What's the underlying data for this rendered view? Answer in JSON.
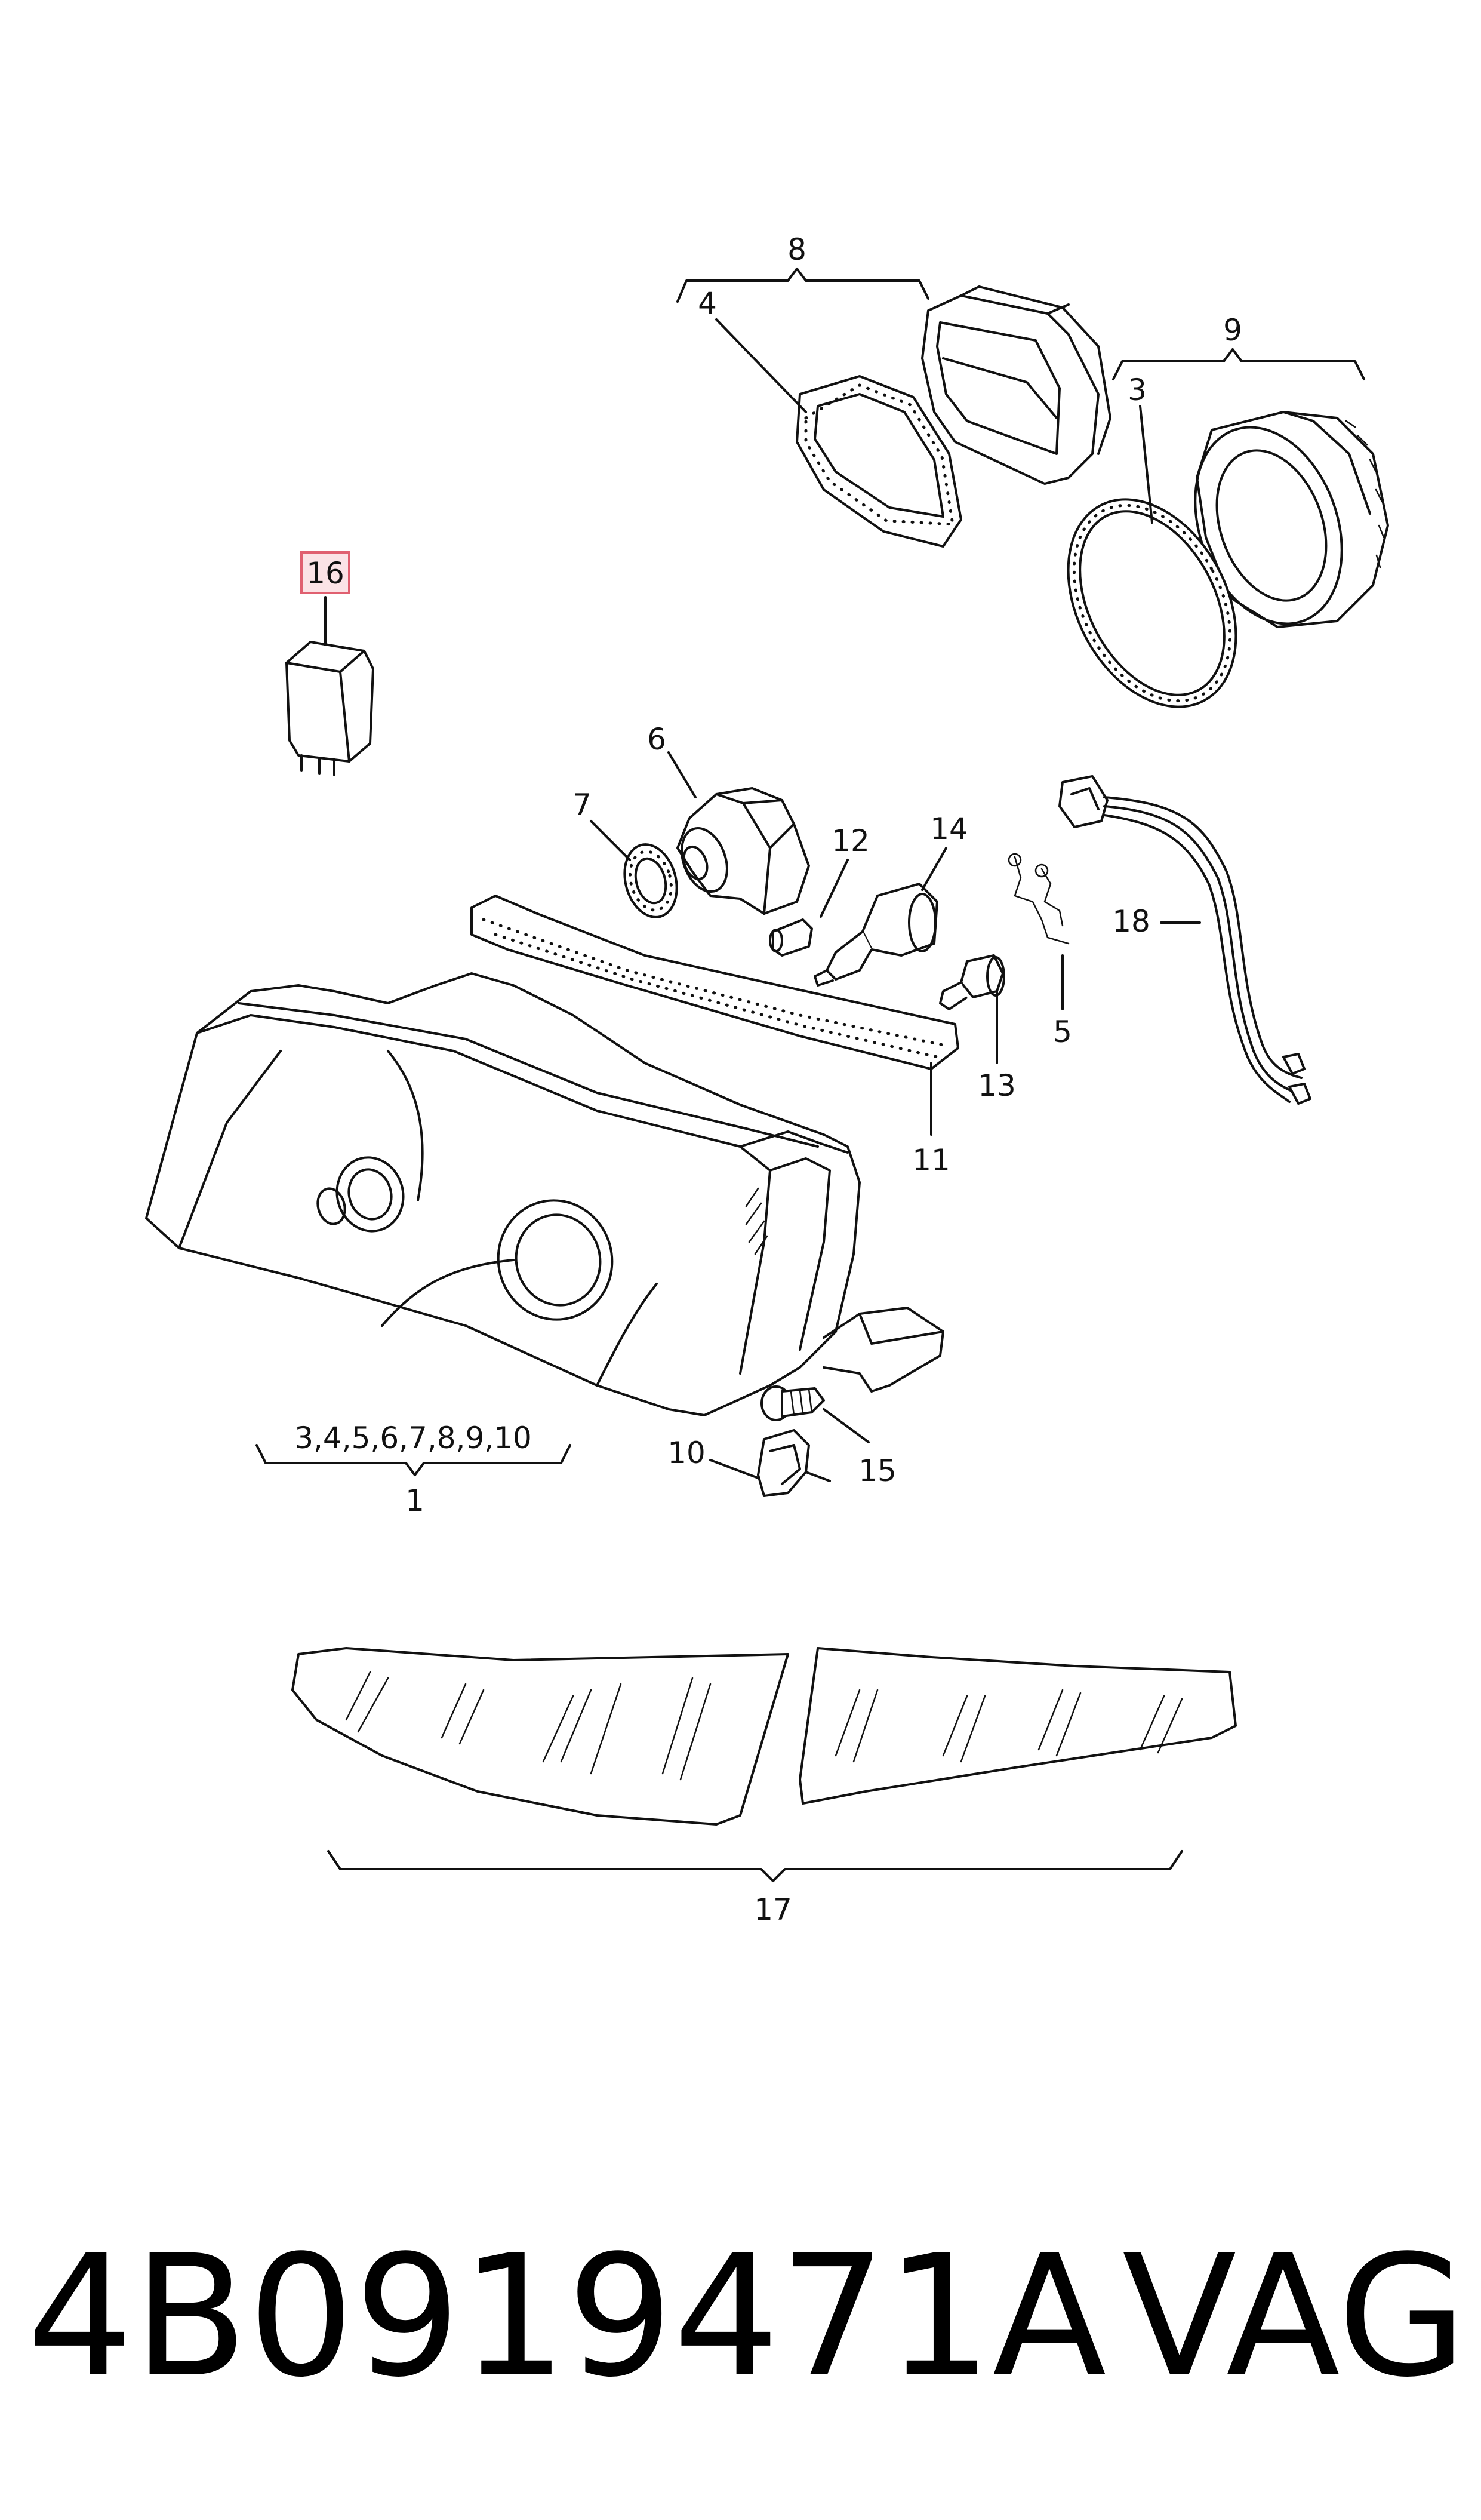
{
  "callouts": {
    "c1": "1",
    "c1_group": "3,4,5,6,7,8,9,10",
    "c3": "3",
    "c4": "4",
    "c5": "5",
    "c6": "6",
    "c7": "7",
    "c8": "8",
    "c9": "9",
    "c10": "10",
    "c11": "11",
    "c12": "12",
    "c13": "13",
    "c14": "14",
    "c15": "15",
    "c16": "16",
    "c17": "17",
    "c18": "18"
  },
  "highlight_color": "#e06070",
  "footer": {
    "part_number": "4B0919471A",
    "brand": "VAG"
  }
}
